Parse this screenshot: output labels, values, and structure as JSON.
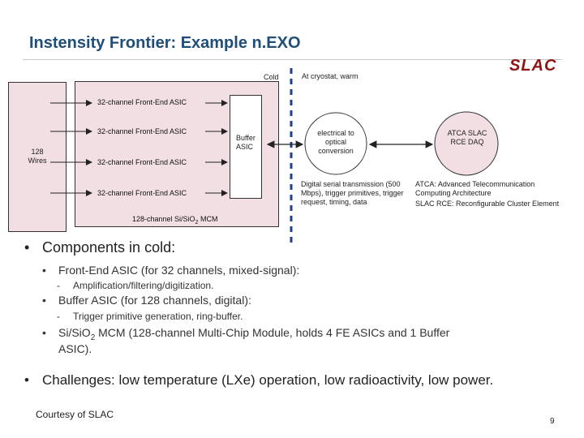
{
  "title": "Instensity Frontier: Example n.EXO",
  "logo": "SLAC",
  "diagram": {
    "cold_label": "Cold",
    "warm_label": "At cryostat, warm",
    "wires_label": "128 Wires",
    "fe_asic_labels": [
      "32-channel Front-End ASIC",
      "32-channel Front-End ASIC",
      "32-channel Front-End ASIC",
      "32-channel Front-End ASIC"
    ],
    "buffer_label": "Buffer ASIC",
    "mcm_label": "128-channel Si/SiO",
    "mcm_sub": "2",
    "mcm_suffix": " MCM",
    "converter_label": "electrical to optical conversion",
    "atca_label": "ATCA SLAC RCE DAQ",
    "transmission_note": "Digital serial transmission (500 Mbps), trigger primitives, trigger request, timing, data",
    "atca_note_1": "ATCA: Advanced Telecommunication Computing Architecture",
    "atca_note_2": "SLAC RCE: Reconfigurable Cluster Element"
  },
  "bullets": {
    "b1": "Components in cold:",
    "fe": "Front-End ASIC (for 32 channels, mixed-signal):",
    "fe_sub": "Amplification/filtering/digitization.",
    "buf": "Buffer ASIC (for 128 channels, digital):",
    "buf_sub": "Trigger primitive generation, ring-buffer.",
    "mcm_pre": "Si/SiO",
    "mcm_sub": "2",
    "mcm_post": " MCM (128-channel Multi-Chip Module, holds 4 FE ASICs and 1 Buffer",
    "mcm_line2": "ASIC).",
    "b2": "Challenges: low temperature (LXe) operation, low radioactivity, low power."
  },
  "bullet_marks": {
    "level1": "•",
    "level2": "•",
    "level3": "-"
  },
  "courtesy": "Courtesy of SLAC",
  "page_number": "9"
}
